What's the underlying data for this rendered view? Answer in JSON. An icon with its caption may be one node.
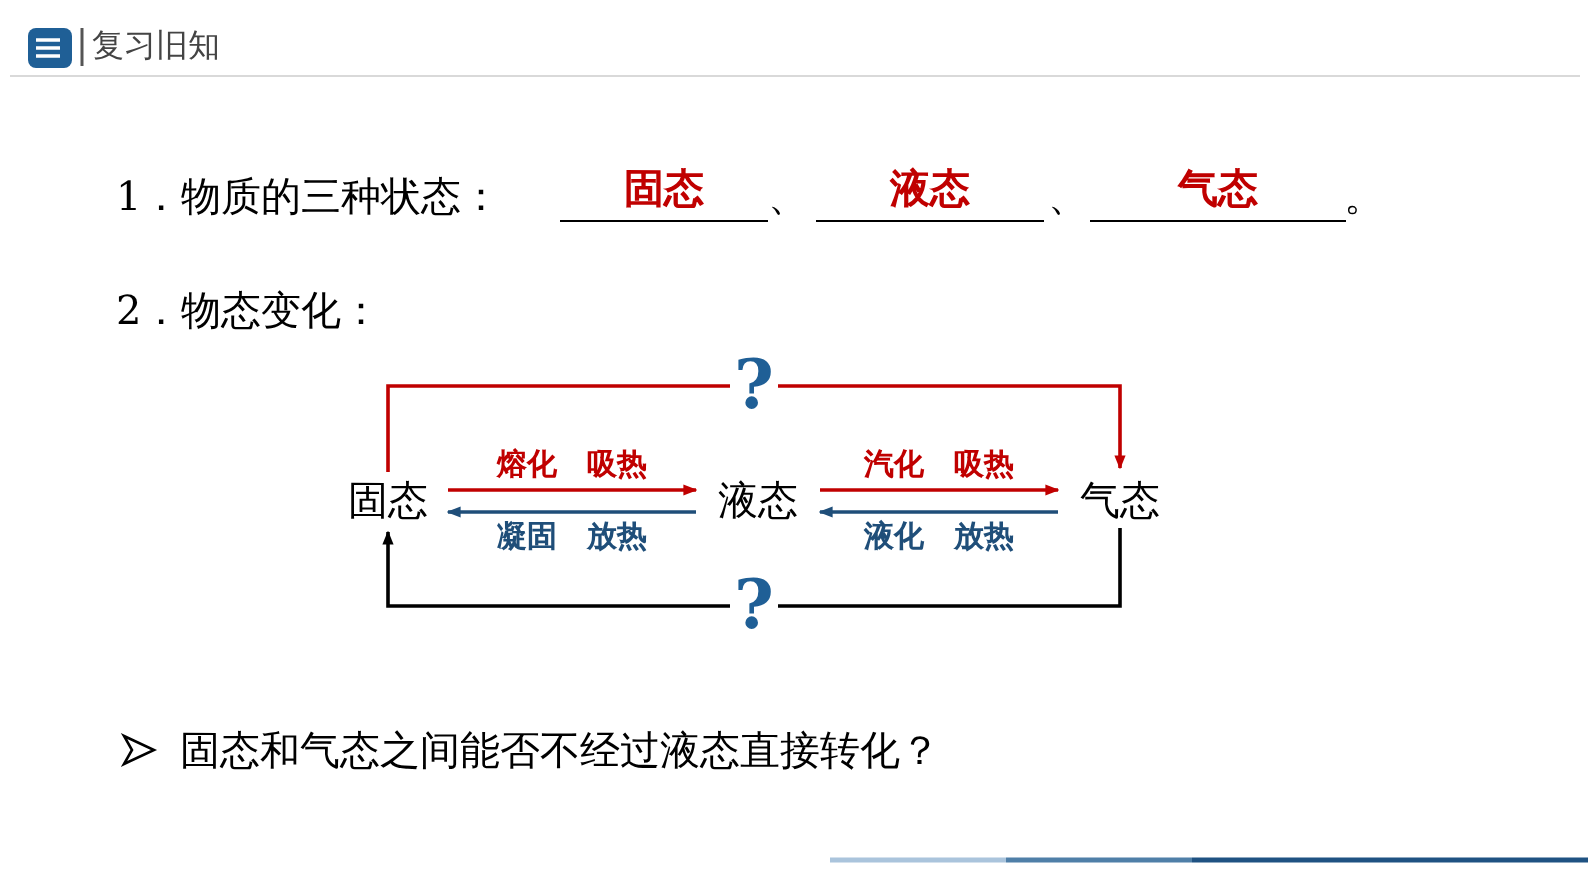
{
  "diagram": {
    "title": "复习旧知",
    "nodes": [
      {
        "text": [
          "固态"
        ]
      },
      {
        "text": [
          "液态"
        ]
      },
      {
        "text": [
          "气态"
        ]
      }
    ],
    "edges": [
      {
        "from": 0,
        "to": 1,
        "arrow": "to",
        "label": "熔化　吸热",
        "color": "#c00000"
      },
      {
        "from": 1,
        "to": 0,
        "arrow": "to",
        "label": "凝固　放热",
        "color": "#1f4e79"
      },
      {
        "from": 1,
        "to": 2,
        "arrow": "to",
        "label": "汽化　吸热",
        "color": "#c00000"
      },
      {
        "from": 2,
        "to": 1,
        "arrow": "to",
        "label": "液化　放热",
        "color": "#1f4e79"
      },
      {
        "from": 0,
        "to": 2,
        "arrow": "to",
        "label": "?",
        "color": "#c00000"
      },
      {
        "from": 2,
        "to": 0,
        "arrow": "to",
        "label": "?",
        "color": "#000000"
      }
    ],
    "labels": [
      "1．物质的三种状态：",
      "固态",
      "、",
      "液态",
      "、",
      "气态",
      "。",
      "2．物态变化：",
      "固态和气态之间能否不经过液态直接转化？"
    ]
  }
}
